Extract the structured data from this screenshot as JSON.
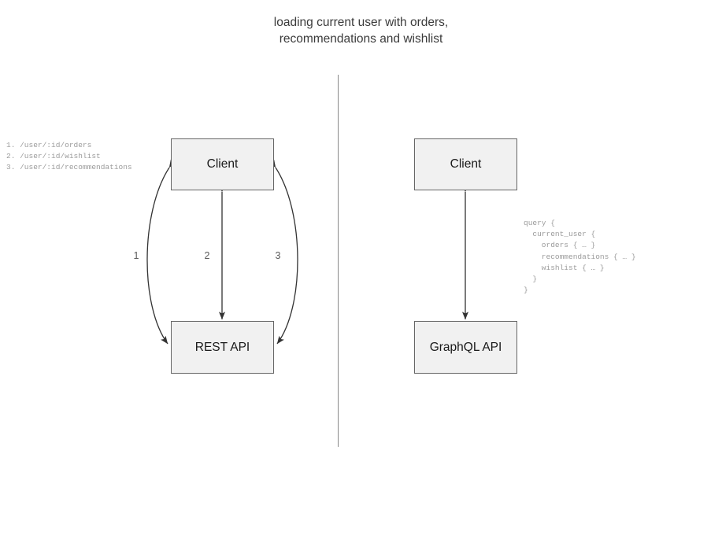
{
  "title": "loading current user with orders,\nrecommendations and wishlist",
  "divider": {
    "name": "panel-divider"
  },
  "rest_panel": {
    "client_node": "Client",
    "api_node": "REST API",
    "edge_labels": [
      "1",
      "2",
      "3"
    ],
    "endpoints": "1. /user/:id/orders\n2. /user/:id/wishlist\n3. /user/:id/recommendations"
  },
  "graphql_panel": {
    "client_node": "Client",
    "api_node": "GraphQL API",
    "query": "query {\n  current_user {\n    orders { … }\n    recommendations { … }\n    wishlist { … }\n  }\n}"
  },
  "colors": {
    "node_fill": "#f1f1f1",
    "node_border": "#666666",
    "edge_stroke": "#333333",
    "divider": "#888888",
    "code_text": "#9b9b9b",
    "title_text": "#3b3b3b",
    "label_text": "#5a5a5a"
  }
}
